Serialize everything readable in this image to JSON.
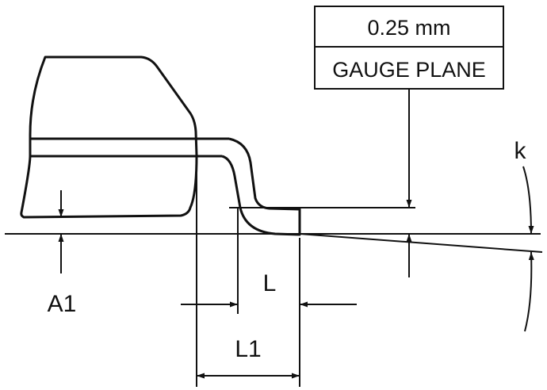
{
  "callout": {
    "dimension": "0.25 mm",
    "plane": "GAUGE PLANE"
  },
  "labels": {
    "k": "k",
    "a1": "A1",
    "l": "L",
    "l1": "L1"
  },
  "colors": {
    "line": "#111111",
    "background": "#ffffff"
  }
}
